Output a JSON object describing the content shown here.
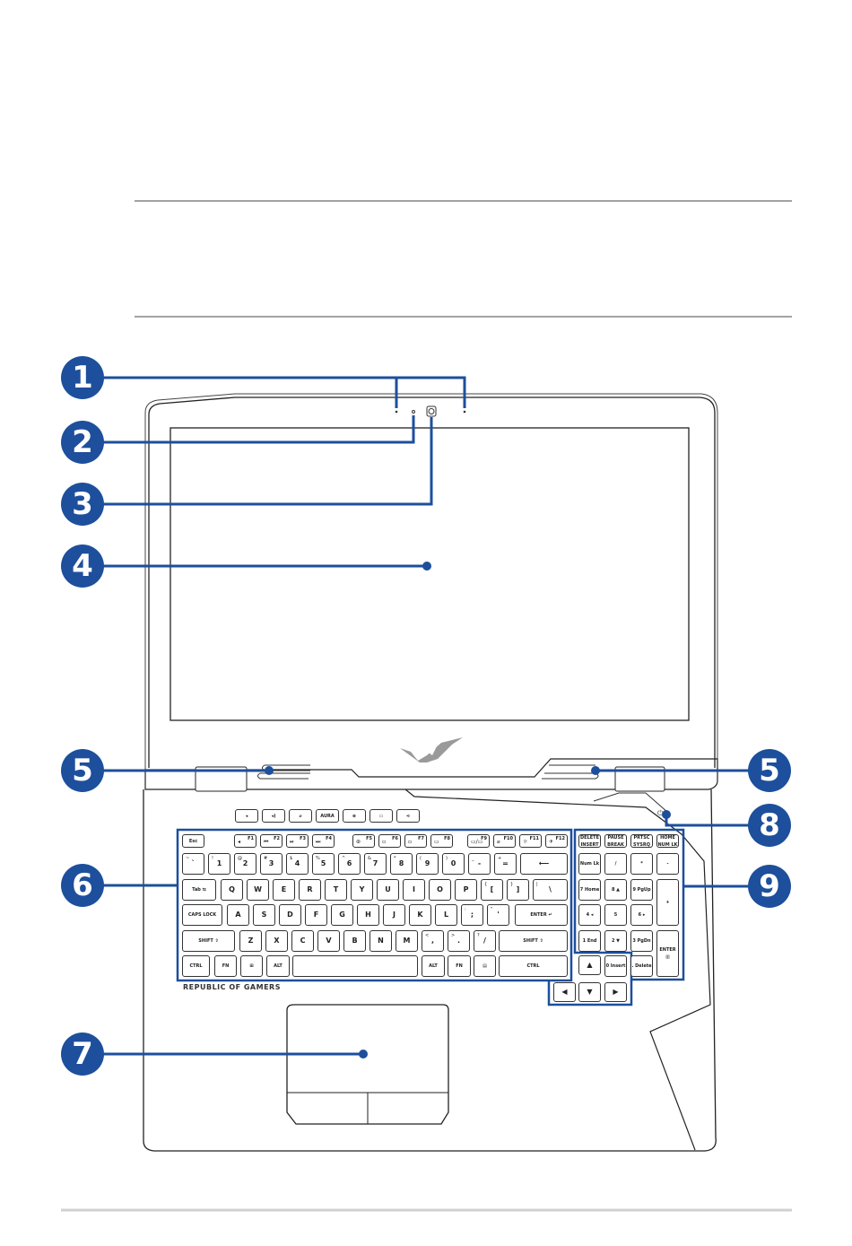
{
  "callouts": [
    "1",
    "2",
    "3",
    "4",
    "5",
    "5",
    "6",
    "7",
    "8",
    "9"
  ],
  "brand_text": "REPUBLIC OF GAMERS",
  "accent_color": "#1d4f9c",
  "hotkeys": [
    {
      "icon": "volume-down-icon",
      "label": "◂"
    },
    {
      "icon": "volume-up-icon",
      "label": "◂)"
    },
    {
      "icon": "mic-mute-icon",
      "label": "⌀"
    },
    {
      "icon": "aura-icon",
      "label": "AURA"
    },
    {
      "icon": "gaming-center-icon",
      "label": "⊗"
    },
    {
      "icon": "screen-record-icon",
      "label": "▭"
    },
    {
      "icon": "rog-icon",
      "label": "⋖"
    }
  ],
  "keyboard": {
    "fn_row": [
      {
        "m": "Esc",
        "s": ""
      },
      {
        "m": "F1",
        "s": "◂"
      },
      {
        "m": "F2",
        "s": "⏮"
      },
      {
        "m": "F3",
        "s": "⏯"
      },
      {
        "m": "F4",
        "s": "⏭"
      },
      {
        "m": "F5",
        "s": "⊛"
      },
      {
        "m": "F6",
        "s": "▫"
      },
      {
        "m": "F7",
        "s": "▫"
      },
      {
        "m": "F8",
        "s": "▭"
      },
      {
        "m": "F9",
        "s": "▭/▭"
      },
      {
        "m": "F10",
        "s": "⌀"
      },
      {
        "m": "F11",
        "s": "☼"
      },
      {
        "m": "F12",
        "s": "✈"
      }
    ],
    "number_row": [
      {
        "m": "`",
        "s": "~"
      },
      {
        "m": "1",
        "s": "!"
      },
      {
        "m": "2",
        "s": "@"
      },
      {
        "m": "3",
        "s": "#"
      },
      {
        "m": "4",
        "s": "$"
      },
      {
        "m": "5",
        "s": "%"
      },
      {
        "m": "6",
        "s": "^"
      },
      {
        "m": "7",
        "s": "&"
      },
      {
        "m": "8",
        "s": "*"
      },
      {
        "m": "9",
        "s": "("
      },
      {
        "m": "0",
        "s": ")"
      },
      {
        "m": "-",
        "s": "_"
      },
      {
        "m": "=",
        "s": "+"
      },
      {
        "m": "⟵",
        "s": ""
      }
    ],
    "tab_row": [
      {
        "m": "Tab ⇆",
        "s": ""
      },
      {
        "m": "Q",
        "s": ""
      },
      {
        "m": "W",
        "s": ""
      },
      {
        "m": "E",
        "s": ""
      },
      {
        "m": "R",
        "s": ""
      },
      {
        "m": "T",
        "s": ""
      },
      {
        "m": "Y",
        "s": ""
      },
      {
        "m": "U",
        "s": ""
      },
      {
        "m": "I",
        "s": ""
      },
      {
        "m": "O",
        "s": ""
      },
      {
        "m": "P",
        "s": ""
      },
      {
        "m": "[",
        "s": "{"
      },
      {
        "m": "]",
        "s": "}"
      },
      {
        "m": "\\",
        "s": "|"
      }
    ],
    "caps_row": [
      {
        "m": "CAPS LOCK",
        "s": ""
      },
      {
        "m": "A",
        "s": ""
      },
      {
        "m": "S",
        "s": ""
      },
      {
        "m": "D",
        "s": ""
      },
      {
        "m": "F",
        "s": ""
      },
      {
        "m": "G",
        "s": ""
      },
      {
        "m": "H",
        "s": ""
      },
      {
        "m": "J",
        "s": ""
      },
      {
        "m": "K",
        "s": ""
      },
      {
        "m": "L",
        "s": ""
      },
      {
        "m": ";",
        "s": ":"
      },
      {
        "m": "'",
        "s": "\""
      },
      {
        "m": "ENTER ↵",
        "s": ""
      }
    ],
    "shift_row": [
      {
        "m": "SHIFT ⇧",
        "s": ""
      },
      {
        "m": "Z",
        "s": ""
      },
      {
        "m": "X",
        "s": ""
      },
      {
        "m": "C",
        "s": ""
      },
      {
        "m": "V",
        "s": ""
      },
      {
        "m": "B",
        "s": ""
      },
      {
        "m": "N",
        "s": ""
      },
      {
        "m": "M",
        "s": ""
      },
      {
        "m": ",",
        "s": "<"
      },
      {
        "m": ".",
        "s": ">"
      },
      {
        "m": "/",
        "s": "?"
      },
      {
        "m": "SHIFT ⇧",
        "s": ""
      }
    ],
    "ctrl_row": [
      {
        "m": "CTRL",
        "s": ""
      },
      {
        "m": "FN",
        "s": ""
      },
      {
        "m": "⊞",
        "s": ""
      },
      {
        "m": "ALT",
        "s": ""
      },
      {
        "m": "",
        "s": ""
      },
      {
        "m": "ALT",
        "s": ""
      },
      {
        "m": "FN",
        "s": ""
      },
      {
        "m": "▤",
        "s": ""
      },
      {
        "m": "CTRL",
        "s": ""
      }
    ],
    "numpad_top": [
      {
        "m": "DELETE INSERT",
        "s": ""
      },
      {
        "m": "PAUSE BREAK",
        "s": ""
      },
      {
        "m": "PRTSC SYSRQ",
        "s": ""
      },
      {
        "m": "HOME NUM LK",
        "s": ""
      }
    ],
    "numpad": [
      {
        "m": "Num Lk",
        "s": ""
      },
      {
        "m": "/",
        "s": ""
      },
      {
        "m": "*",
        "s": ""
      },
      {
        "m": "-",
        "s": ""
      },
      {
        "m": "7 Home",
        "s": ""
      },
      {
        "m": "8 ▲",
        "s": ""
      },
      {
        "m": "9 PgUp",
        "s": ""
      },
      {
        "m": "+",
        "s": ""
      },
      {
        "m": "4 ◂",
        "s": ""
      },
      {
        "m": "5",
        "s": ""
      },
      {
        "m": "6 ▸",
        "s": ""
      },
      {
        "m": "1 End",
        "s": ""
      },
      {
        "m": "2 ▼",
        "s": ""
      },
      {
        "m": "3 PgDn",
        "s": ""
      },
      {
        "m": "ENTER ▥",
        "s": ""
      },
      {
        "m": "0 Insert",
        "s": ""
      },
      {
        "m": ". Delete",
        "s": ""
      }
    ],
    "arrows": [
      {
        "m": "▲",
        "s": ""
      },
      {
        "m": "◀",
        "s": ""
      },
      {
        "m": "▼",
        "s": ""
      },
      {
        "m": "▶",
        "s": ""
      }
    ]
  }
}
